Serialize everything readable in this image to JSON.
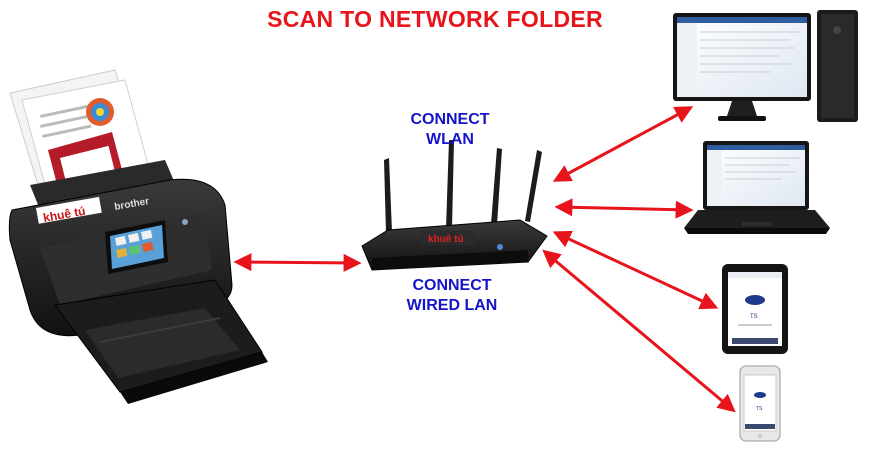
{
  "title": "SCAN TO NETWORK FOLDER",
  "labels": {
    "wlan_line1": "CONNECT",
    "wlan_line2": "WLAN",
    "lan_line1": "CONNECT",
    "lan_line2": "WIRED LAN"
  },
  "branding": {
    "scanner_logo": "khuê tú",
    "scanner_brand": "brother",
    "router_logo": "khuê tú"
  },
  "icons": {
    "scanner": "document-scanner-icon",
    "router": "wireless-router-icon",
    "desktop": "desktop-computer-icon",
    "laptop": "laptop-icon",
    "tablet": "tablet-icon",
    "phone": "smartphone-icon",
    "arrow": "double-headed-arrow-icon"
  },
  "colors": {
    "title": "#e8141b",
    "label": "#1414c8",
    "arrow": "#e8141b",
    "device_body": "#1e1e1e",
    "brand_red": "#c8141b"
  }
}
